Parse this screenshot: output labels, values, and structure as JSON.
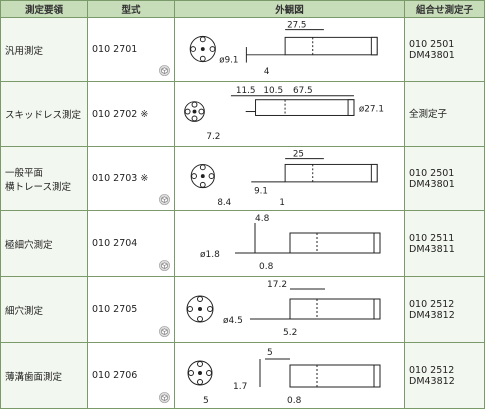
{
  "headers": {
    "purpose": "測定要領",
    "model": "型式",
    "drawing": "外観図",
    "combo": "組合せ測定子"
  },
  "rows": [
    {
      "purpose": "汎用測定",
      "model": "010 2701",
      "mark": "",
      "combo": [
        "010 2501",
        "DM43801"
      ],
      "dims": [
        "27.5",
        "ø9.1",
        "4"
      ],
      "has_3d_icon": true
    },
    {
      "purpose": "スキッドレス測定",
      "model": "010 2702",
      "mark": "※",
      "combo": [
        "全測定子"
      ],
      "dims": [
        "11.5",
        "10.5",
        "67.5",
        "ø27.1",
        "7.2"
      ],
      "has_3d_icon": false
    },
    {
      "purpose": "一般平面\n横トレース測定",
      "model": "010 2703",
      "mark": "※",
      "combo": [
        "010 2501",
        "DM43801"
      ],
      "dims": [
        "25",
        "9.1",
        "8.4",
        "1"
      ],
      "has_3d_icon": true
    },
    {
      "purpose": "極細穴測定",
      "model": "010 2704",
      "mark": "",
      "combo": [
        "010 2511",
        "DM43811"
      ],
      "dims": [
        "4.8",
        "ø1.8",
        "0.8"
      ],
      "has_3d_icon": true
    },
    {
      "purpose": "細穴測定",
      "model": "010 2705",
      "mark": "",
      "combo": [
        "010 2512",
        "DM43812"
      ],
      "dims": [
        "17.2",
        "ø4.5",
        "5.2"
      ],
      "has_3d_icon": true
    },
    {
      "purpose": "薄溝歯面測定",
      "model": "010 2706",
      "mark": "",
      "combo": [
        "010 2512",
        "DM43812"
      ],
      "dims": [
        "5",
        "1.7",
        "5",
        "0.8"
      ],
      "has_3d_icon": true
    }
  ],
  "colors": {
    "header_bg": "#c7dcb8",
    "cell_bg": "#f2f7ef",
    "border": "#7b9a6a",
    "icon": "cube-3d-icon"
  }
}
